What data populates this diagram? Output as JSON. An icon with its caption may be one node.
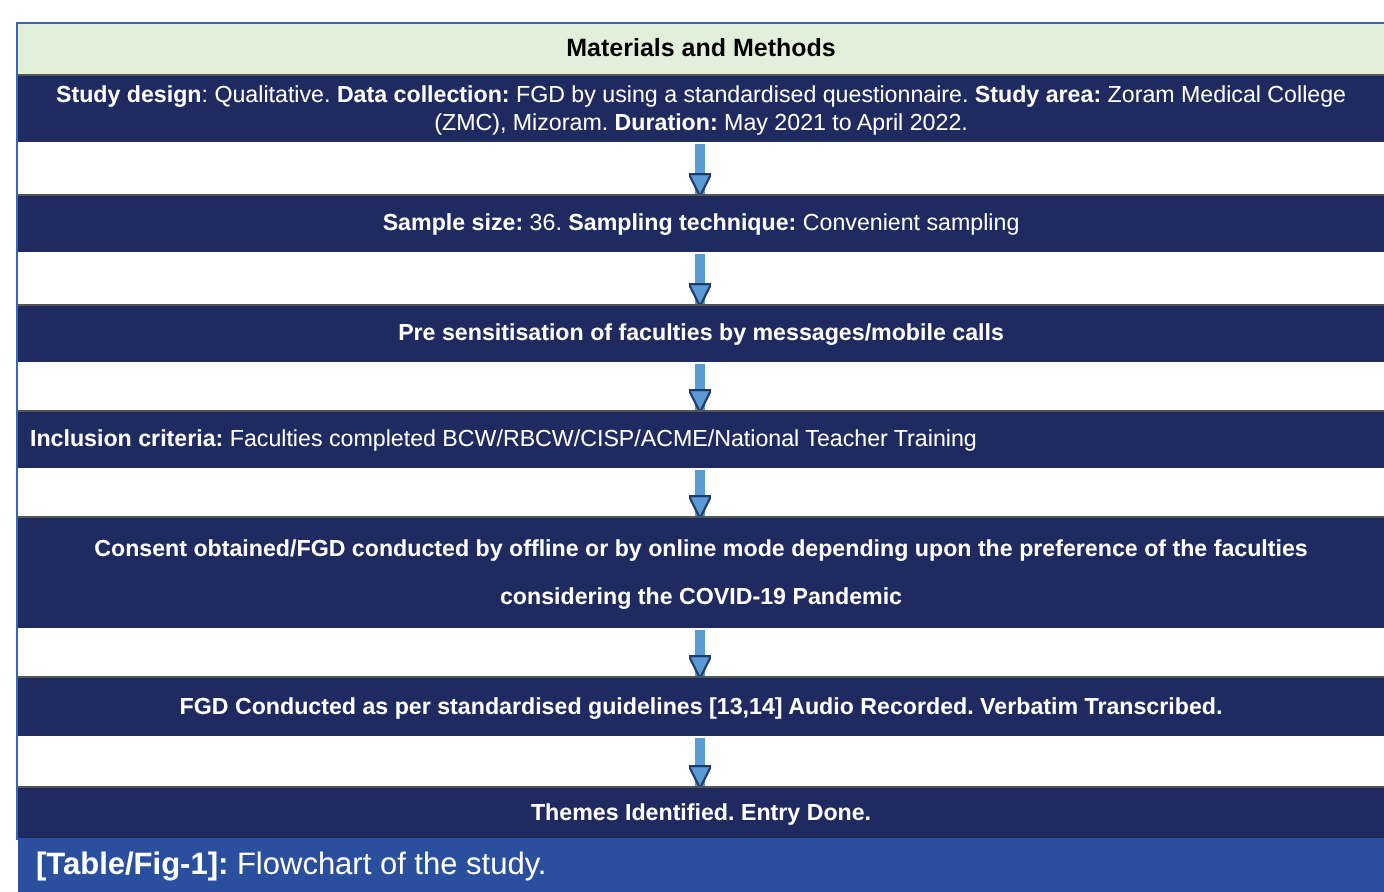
{
  "diagram": {
    "title": "Materials and Methods",
    "caption": "**[Table/Fig-1]:** Flowchart of the study.",
    "nodes": [
      {
        "text": [
          "**Study design**: Qualitative. **Data collection:** FGD by using a standardised questionnaire. **Study area:** Zoram Medical College (ZMC), Mizoram. **Duration:** May 2021 to April 2022."
        ]
      },
      {
        "text": [
          "**Sample size:** 36. **Sampling technique:** Convenient sampling"
        ]
      },
      {
        "text": [
          "Pre sensitisation of faculties by messages/mobile calls"
        ]
      },
      {
        "text": [
          "**Inclusion criteria:** Faculties completed BCW/RBCW/CISP/ACME/National Teacher Training"
        ]
      },
      {
        "text": [
          "Consent obtained/FGD conducted by offline or by online mode depending upon the preference of the faculties considering the COVID-19 Pandemic"
        ]
      },
      {
        "text": [
          "FGD Conducted as per standardised guidelines [13,14] Audio Recorded. Verbatim Transcribed."
        ]
      },
      {
        "text": [
          "Themes Identified. Entry Done."
        ]
      }
    ],
    "edges": [
      {
        "from": 0,
        "to": 1,
        "arrow": "to"
      },
      {
        "from": 1,
        "to": 2,
        "arrow": "to"
      },
      {
        "from": 2,
        "to": 3,
        "arrow": "to"
      },
      {
        "from": 3,
        "to": 4,
        "arrow": "to"
      },
      {
        "from": 4,
        "to": 5,
        "arrow": "to"
      },
      {
        "from": 5,
        "to": 6,
        "arrow": "to"
      }
    ]
  }
}
